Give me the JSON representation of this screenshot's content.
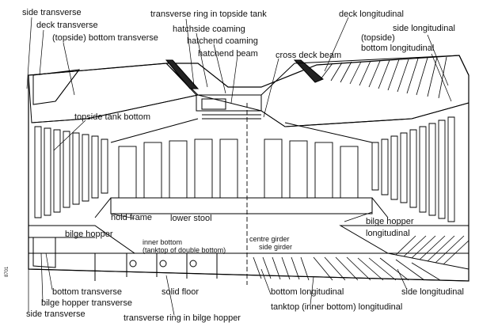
{
  "labels": {
    "side_transverse_top": "side transverse",
    "deck_transverse": "deck transverse",
    "topside_bottom_transverse": "(topside) bottom transverse",
    "transverse_ring_topside": "transverse ring in topside tank",
    "hatchside_coaming": "hatchside coaming",
    "hatchend_coaming": "hatchend coaming",
    "hatchend_beam": "hatchend beam",
    "cross_deck_beam": "cross deck beam",
    "deck_longitudinal": "deck longitudinal",
    "topside": "(topside)",
    "side_longitudinal_top": "side longitudinal",
    "bottom_longitudinal_top": "bottom longitudinal",
    "topside_tank_bottom": "topside tank bottom",
    "hold_frame": "hold frame",
    "lower_stool": "lower stool",
    "bilge_hopper": "bilge hopper",
    "inner_bottom": "inner bottom",
    "tanktop_double_bottom": "(tanktop of double bottom)",
    "centre_girder": "centre girder",
    "side_girder": "side girder",
    "bilge_hopper_longitudinal_1": "bilge hopper",
    "bilge_hopper_longitudinal_2": "longitudinal",
    "bottom_transverse": "bottom transverse",
    "bilge_hopper_transverse": "bilge hopper transverse",
    "side_transverse_bottom": "side transverse",
    "solid_floor": "solid floor",
    "bottom_longitudinal": "bottom longitudinal",
    "tanktop_longitudinal": "tanktop (inner bottom) longitudinal",
    "side_longitudinal_bottom": "side longitudinal",
    "transverse_ring_bilge": "transverse ring in bilge hopper",
    "figure_code": "8701"
  }
}
